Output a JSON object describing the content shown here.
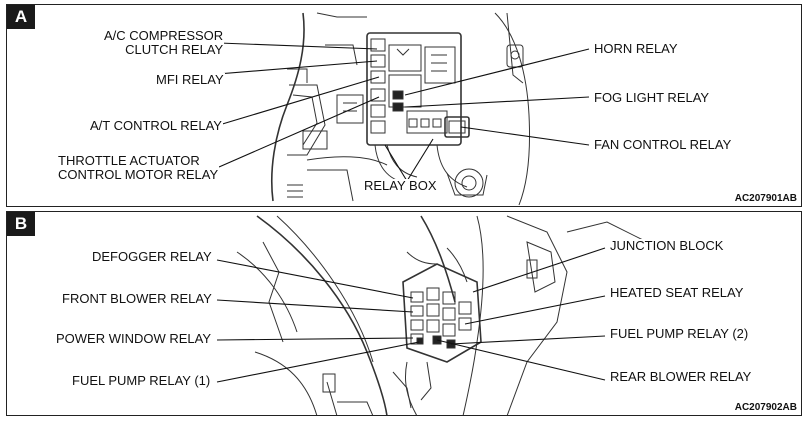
{
  "panels": [
    {
      "letter": "A",
      "code": "AC207901AB",
      "labels": {
        "ac_compressor_1": "A/C COMPRESSOR",
        "ac_compressor_2": "CLUTCH RELAY",
        "mfi": "MFI RELAY",
        "at_control": "A/T CONTROL RELAY",
        "throttle_1": "THROTTLE ACTUATOR",
        "throttle_2": "CONTROL MOTOR RELAY",
        "relay_box": "RELAY BOX",
        "horn": "HORN RELAY",
        "fog_light": "FOG LIGHT RELAY",
        "fan_control": "FAN CONTROL RELAY"
      }
    },
    {
      "letter": "B",
      "code": "AC207902AB",
      "labels": {
        "defogger": "DEFOGGER RELAY",
        "front_blower": "FRONT BLOWER RELAY",
        "power_window": "POWER WINDOW RELAY",
        "fuel_pump_1": "FUEL PUMP RELAY (1)",
        "junction_block": "JUNCTION BLOCK",
        "heated_seat": "HEATED SEAT RELAY",
        "fuel_pump_2": "FUEL PUMP RELAY (2)",
        "rear_blower": "REAR BLOWER RELAY"
      }
    }
  ]
}
